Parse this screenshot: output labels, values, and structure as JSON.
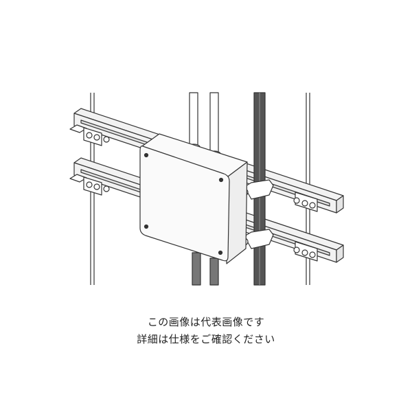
{
  "caption": {
    "line1": "この画像は代表画像です",
    "line2": "詳細は仕様をご確認ください"
  },
  "colors": {
    "background": "#ffffff",
    "line": "#333333",
    "channel_face": "#f2f2f2",
    "box_face": "#fafafa",
    "pipe_dark": "#555555",
    "caption_text": "#222222"
  },
  "icons": {
    "illustration": "junction-box-on-channel-rails-drawing"
  }
}
